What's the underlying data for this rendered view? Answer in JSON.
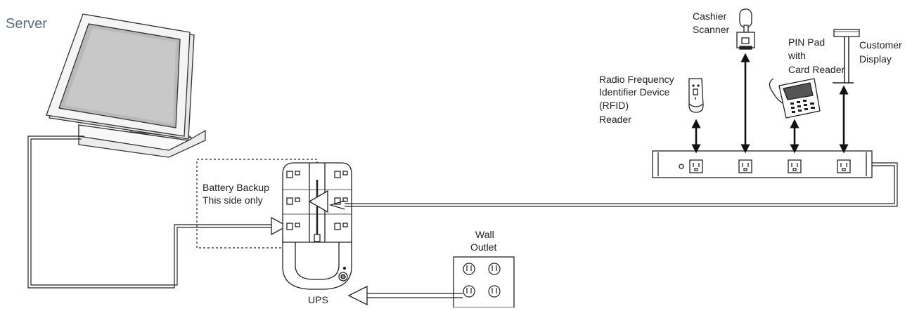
{
  "labels": {
    "server": "Server",
    "battery_backup_line1": "Battery Backup",
    "battery_backup_line2": "This side only",
    "ups": "UPS",
    "wall_outlet_line1": "Wall",
    "wall_outlet_line2": "Outlet",
    "rfid_line1": "Radio Frequency",
    "rfid_line2": "Identifier Device",
    "rfid_line3": "(RFID)",
    "rfid_line4": "Reader",
    "scanner_line1": "Cashier",
    "scanner_line2": "Scanner",
    "pinpad_line1": "PIN Pad",
    "pinpad_line2": "with",
    "pinpad_line3": "Card Reader",
    "customer_display_line1": "Customer",
    "customer_display_line2": "Display"
  },
  "colors": {
    "server_label": "#5b6f7a",
    "line": "#222222",
    "monitor_screen": "#b9b9b9"
  }
}
